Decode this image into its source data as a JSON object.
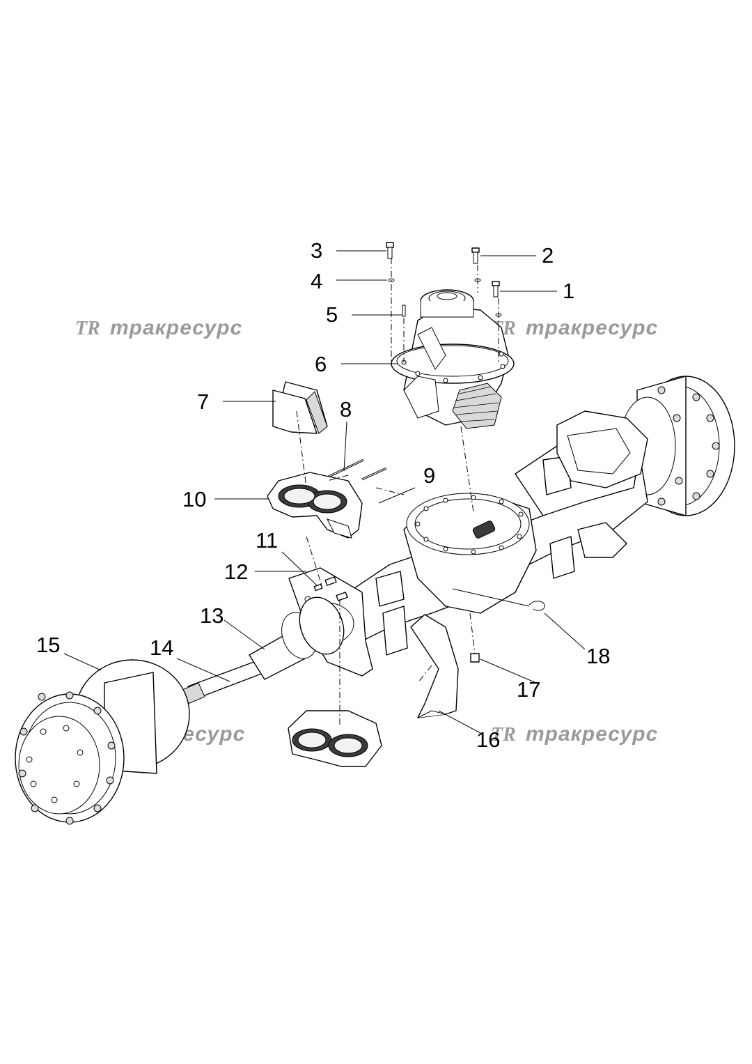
{
  "callouts": [
    {
      "label": "1"
    },
    {
      "label": "2"
    },
    {
      "label": "3"
    },
    {
      "label": "4"
    },
    {
      "label": "5"
    },
    {
      "label": "6"
    },
    {
      "label": "7"
    },
    {
      "label": "8"
    },
    {
      "label": "9"
    },
    {
      "label": "10"
    },
    {
      "label": "11"
    },
    {
      "label": "12"
    },
    {
      "label": "13"
    },
    {
      "label": "14"
    },
    {
      "label": "15"
    },
    {
      "label": "16"
    },
    {
      "label": "17"
    },
    {
      "label": "18"
    }
  ],
  "watermark": {
    "logo": "TR",
    "text": "тракресурс"
  }
}
